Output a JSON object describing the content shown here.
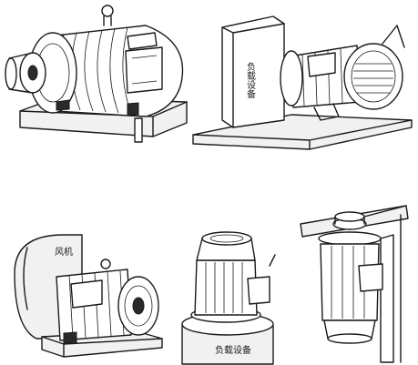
{
  "labels": {
    "load_device_tr": "负载设备",
    "fan": "风机",
    "load_device_bc": "负载设备"
  },
  "icons": [
    "motor-foot-mount",
    "motor-box-coupled",
    "motor-fan-coupled",
    "motor-vertical-mount",
    "motor-vertical-pulley"
  ]
}
